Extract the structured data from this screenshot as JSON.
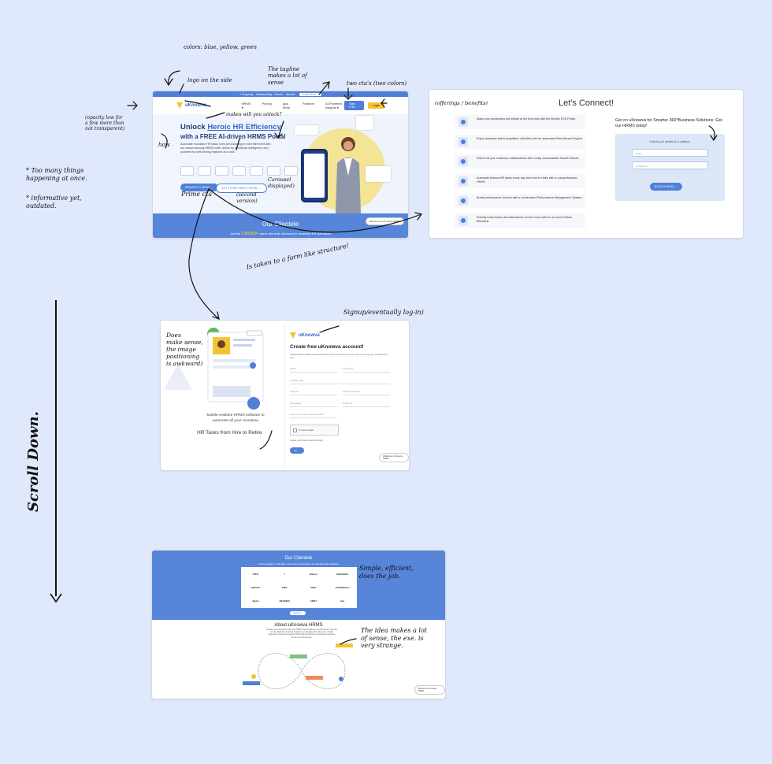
{
  "annotations": {
    "colors": "colors: blue, yellow, green",
    "logo_side": "logo on the side",
    "tagline": "The tagline\nmakes a lot of\nsense",
    "two_ctas": "two cta's (two colors)",
    "opacity": "(opacity low for\na few more than\nnot transparent)",
    "how": "how",
    "makes_unlock": "makes will you unlock?",
    "too_many": "* Too many things\nhappening at once.",
    "informative": "* informative yet,\noutdated.",
    "prime_cta": "Prime cta",
    "second_version": "(second\nversion)",
    "carousel": "Carousel\ndisplayed)",
    "offerings": "(offerings / benefits)",
    "taken_to_form": "Is taken to a form like structure!",
    "signup": "Signup/eventually log-in)",
    "does_make_sense": "Does\nmake sense,\nthe image\npositioning\nis awkward)",
    "scroll_down": "Scroll Down.",
    "simple_efficient": "Simple, efficient,\ndoes the job.",
    "idea_makes": "The idea makes a lot\nof sense, the exe. is\nvery strange."
  },
  "homepage": {
    "topbar_text": "✦ Ongoing – Sustainability – Month – Special",
    "topbar_pill": "Know More →",
    "logo": "uKnowva",
    "nav": [
      "HRMS ▾",
      "Pricing",
      "App Store",
      "Partners",
      "AI-Powered Insights ▾"
    ],
    "btn_free": "Start Free",
    "btn_login": "Login",
    "hero_line1_pre": "Unlock ",
    "hero_line1_highlight": "Heroic HR Efficiency",
    "hero_line2": "with a FREE AI-driven HRMS Portal",
    "hero_desc": "Automate mundane HR tasks from pre-boarding to exit retirement with our award-winning HRMS suite, driven by emotional intelligence and powered by self-serving features at a click.",
    "btn_demo": "REQUEST A DEMO →",
    "btn_portal": "GET A FREE HRMS PORTAL →",
    "clientele_title": "Our Clientele",
    "clientele_sub_pre": "Join the ",
    "clientele_number": "3,00,000+",
    "clientele_sub_post": " users who trust uKnowva for seamless HR operations",
    "chat_btn": "Welcome to uKnowva HRMS"
  },
  "connect": {
    "title": "Let's Connect!",
    "offerings": [
      "Make your employees self-reliant at the first click with the flexible ESS Portal.",
      "Enjoy seamless talent acquisition activities with an automated Recruitment Engine.",
      "Extend all your business collaborations with a fully customisable Social Intranet.",
      "Automate tedious HR tasks every day from hire to retire with a comprehensive HRMS.",
      "Break performance records with a modernised Performance Management System.",
      "Smartly track leaves and attendance on-the-move with an on-cloud Virtual Biometric."
    ],
    "demo_heading": "Get on uKnowva for Smarter 360°Business Solutions. Get our HRMS today!",
    "demo_sub": "Submit your details for a callback.",
    "email_placeholder": "Email",
    "contact_placeholder": "Contact No.",
    "book_btn": "BOOK A DEMO →"
  },
  "signup": {
    "logo": "uKnowva",
    "title": "Create free uKnowva account!",
    "subtitle": "Please fill the following details and we will contact you as soon as we set up your instance for you.",
    "fields": [
      "Email",
      "Your Name",
      "Company Site",
      "",
      "uknowva",
      "Select a business",
      "Designation",
      "Mobile no.",
      "How do you know about uKnowva?"
    ],
    "captcha": "I'm not a robot",
    "terms": "I agree to uKnowva's Terms & Policy",
    "go_btn": "Go →",
    "mobile_text": "Mobile-enabled HRMS software to automate all your mundane",
    "hr_tasks": "HR Tasks from Hire to Retire",
    "chat_btn": "Welcome to uKnowva HRMS"
  },
  "bottom": {
    "clientele_title": "Our Clientele",
    "clientele_sub": "Join the league of 3,00,000+ users who trust uKnowva for seamless HR operations",
    "logos": [
      "TOPS",
      "‡",
      "Bikash",
      "ABHISHEK",
      "GROUP",
      "DNR",
      "NWA",
      "EUROMULTI",
      "Alpha",
      "BEAMER",
      "AMET",
      "hgs"
    ],
    "view_all": "View All →",
    "about_title": "About uKnowva HRMS",
    "about_text": "uKnowva is an AI-powered all-in-one HRMS that automates every HR process, from hire to retire. Built with emotional intelligence and designed for self-service, it helps businesses of all sizes streamline HR operations and improve employee experience across the entire lifecycle.",
    "chat_btn": "Welcome to uKnowva HRMS"
  },
  "colors": {
    "brand_blue": "#4f7fd8",
    "brand_yellow": "#f4c430",
    "canvas": "#dfe9fb"
  }
}
